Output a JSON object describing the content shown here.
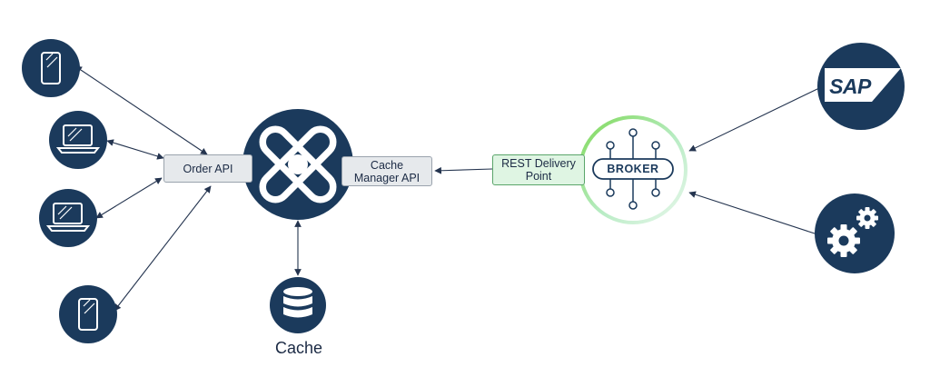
{
  "labels": {
    "order_api": "Order API",
    "cache_manager_api": "Cache\nManager API",
    "rest_delivery_point": "REST Delivery\nPoint",
    "broker": "BROKER",
    "cache": "Cache",
    "sap": "SAP"
  },
  "colors": {
    "navy": "#1b3a5c",
    "arrow": "#24344f",
    "broker_ring_start": "#7ed957",
    "broker_ring_end": "#e8f7ec",
    "api_box_fill": "#e6e9ec",
    "rdp_box_fill": "#dff5e3"
  },
  "icons": {
    "clients": [
      "smartphone-icon",
      "laptop-icon",
      "laptop-icon",
      "smartphone-icon"
    ],
    "hub": "cross-logo-icon",
    "cache": "database-icon",
    "sources": [
      "sap-logo-icon",
      "gears-icon"
    ]
  }
}
